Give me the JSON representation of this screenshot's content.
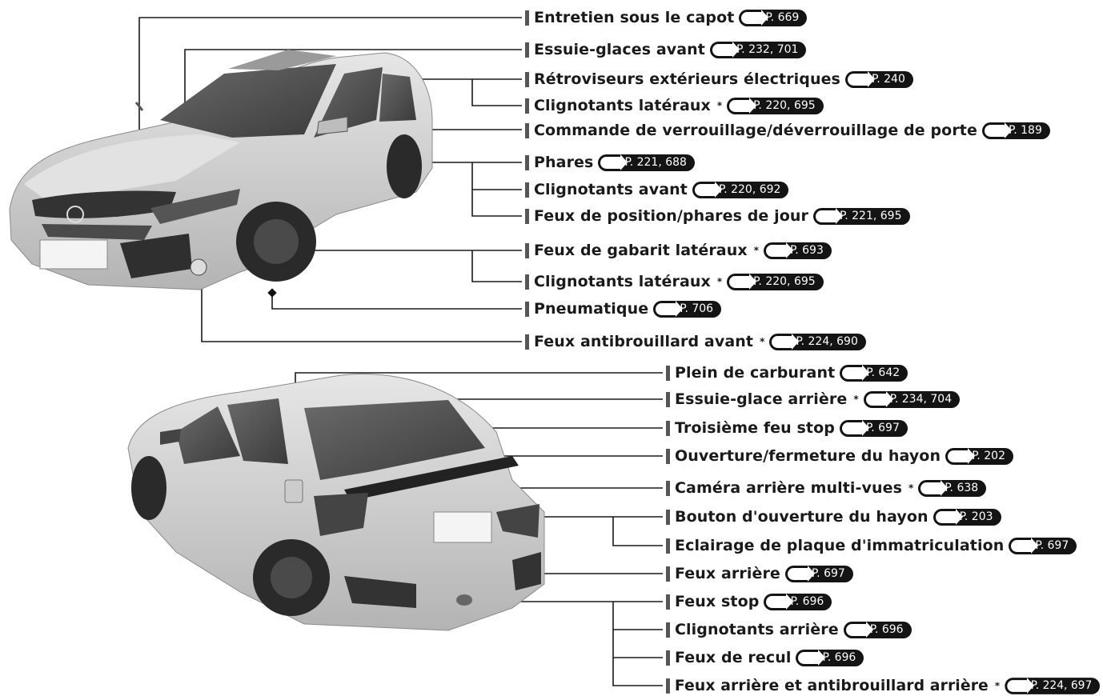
{
  "front_labels": [
    {
      "id": "hood",
      "text": "Entretien sous le capot",
      "star": false,
      "ref": "P. 669"
    },
    {
      "id": "front-wipers",
      "text": "Essuie-glaces avant",
      "star": false,
      "ref": "P. 232, 701"
    },
    {
      "id": "mirrors",
      "text": "Rétroviseurs extérieurs électriques",
      "star": false,
      "ref": "P. 240"
    },
    {
      "id": "side-turn-mirror",
      "text": "Clignotants latéraux",
      "star": true,
      "ref": "P. 220, 695"
    },
    {
      "id": "door-lock",
      "text": "Commande de verrouillage/déverrouillage de porte",
      "star": false,
      "ref": "P. 189"
    },
    {
      "id": "headlights",
      "text": "Phares",
      "star": false,
      "ref": "P. 221, 688"
    },
    {
      "id": "front-turn",
      "text": "Clignotants avant",
      "star": false,
      "ref": "P. 220, 692"
    },
    {
      "id": "drl",
      "text": "Feux de position/phares de jour",
      "star": false,
      "ref": "P. 221, 695"
    },
    {
      "id": "side-marker",
      "text": "Feux de gabarit latéraux",
      "star": true,
      "ref": "P. 693"
    },
    {
      "id": "side-turn-fender",
      "text": "Clignotants latéraux",
      "star": true,
      "ref": "P. 220, 695"
    },
    {
      "id": "tire",
      "text": "Pneumatique",
      "star": false,
      "ref": "P. 706"
    },
    {
      "id": "front-fog",
      "text": "Feux antibrouillard avant",
      "star": true,
      "ref": "P. 224, 690"
    }
  ],
  "rear_labels": [
    {
      "id": "fuel",
      "text": "Plein de carburant",
      "star": false,
      "ref": "P. 642"
    },
    {
      "id": "rear-wiper",
      "text": "Essuie-glace arrière",
      "star": true,
      "ref": "P. 234, 704"
    },
    {
      "id": "third-brake",
      "text": "Troisième feu stop",
      "star": false,
      "ref": "P. 697"
    },
    {
      "id": "tailgate",
      "text": "Ouverture/fermeture du hayon",
      "star": false,
      "ref": "P. 202"
    },
    {
      "id": "camera",
      "text": "Caméra arrière multi-vues",
      "star": true,
      "ref": "P. 638"
    },
    {
      "id": "tailgate-button",
      "text": "Bouton d'ouverture du hayon",
      "star": false,
      "ref": "P. 203"
    },
    {
      "id": "plate-light",
      "text": "Eclairage de plaque d'immatriculation",
      "star": false,
      "ref": "P. 697"
    },
    {
      "id": "tail-lights",
      "text": "Feux arrière",
      "star": false,
      "ref": "P. 697"
    },
    {
      "id": "brake-lights",
      "text": "Feux stop",
      "star": false,
      "ref": "P. 696"
    },
    {
      "id": "rear-turn",
      "text": "Clignotants arrière",
      "star": false,
      "ref": "P. 696"
    },
    {
      "id": "reverse",
      "text": "Feux de recul",
      "star": false,
      "ref": "P. 696"
    },
    {
      "id": "rear-fog",
      "text": "Feux arrière et antibrouillard arrière",
      "star": true,
      "ref": "P. 224, 697"
    }
  ],
  "colors": {
    "line": "#1a1a1a",
    "badge": "#141414",
    "car_body": "#cfcfcf"
  },
  "icons": {
    "ref": "page-ref-arrow-icon",
    "brand": "honda-logo-icon"
  }
}
